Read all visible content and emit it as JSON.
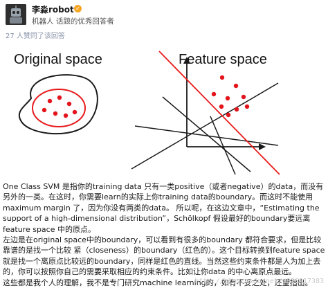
{
  "author": {
    "name": "李淼robot",
    "bio": "机器人 话题的优秀回答者",
    "endorsement": "27 人赞同了该回答"
  },
  "figure": {
    "left_label": "Original space",
    "right_label": "Feature space"
  },
  "answer": {
    "paragraphs": [
      "One Class SVM 是指你的training data 只有一类positive（或者negative）的data，而没有另外的一类。在这时，你需要learn的实际上你training data的boundary。而这时不能使用 maximum margin 了，因为你没有两类的data。 所以呢，在这边文章中，“Estimating the support of a high-dimensional distribution”，Schölkopf 假设最好的boundary要远离feature space 中的原点。",
      "左边是在original space中的boundary，可以看到有很多的boundary 都符合要求，但是比较靠谱的是找一个比较 紧（closeness）的boundary（红色的）。这个目标转换到feature space 就是找一个离原点比较远的boundary，同样是红色的直线。当然这些约束条件都是人为加上去的，你可以按照你自己的需要采取相应的约束条件。比如让你data 的中心离原点最远。",
      "这些都是我个人的理解，我不是专门研究machine learning的，如有不妥之处，还望指出。"
    ]
  },
  "watermark": "http://blog.csdn.net/u026917383",
  "colors": {
    "red": "#e8191a",
    "dot": "#e3141b",
    "ink": "#1a1a1a",
    "meta": "#8590a6",
    "badge": "#f5a623"
  }
}
